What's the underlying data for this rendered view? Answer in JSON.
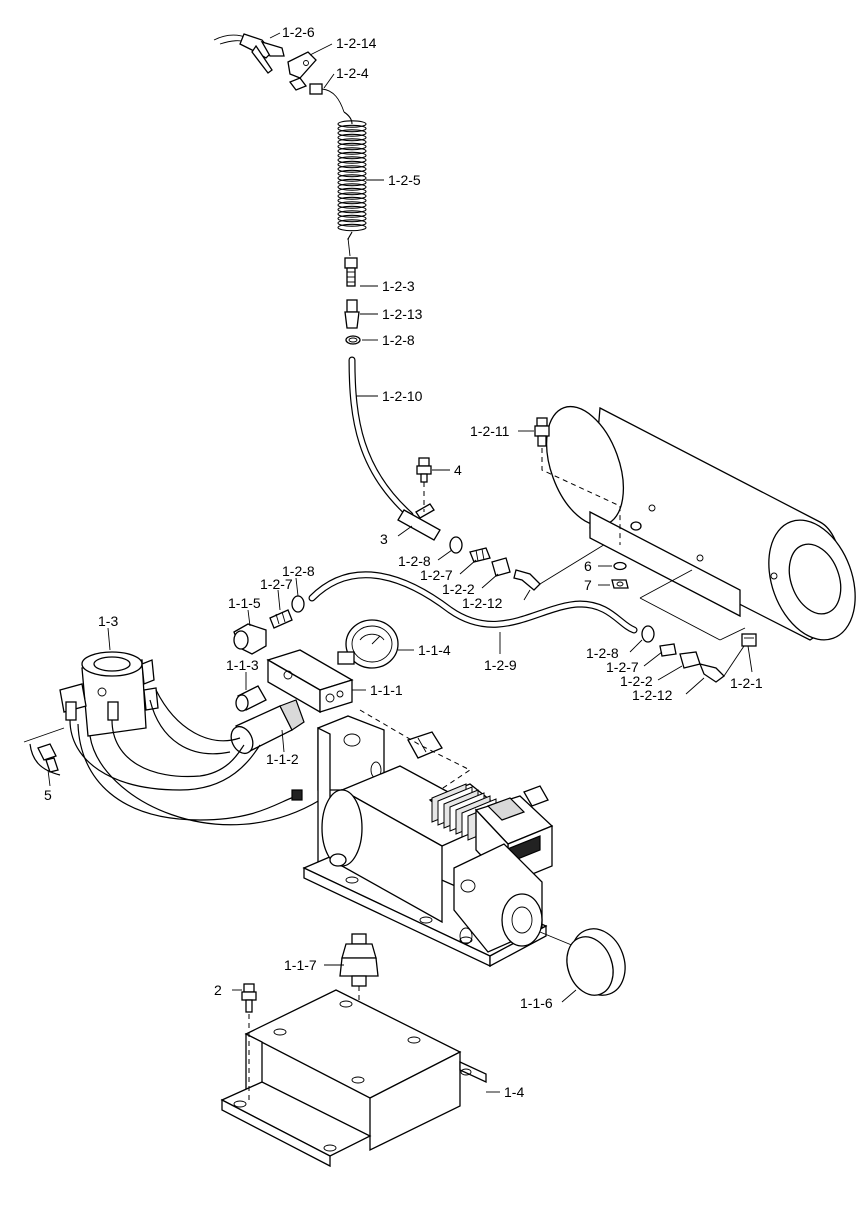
{
  "labels": {
    "l_1_2_6": "1-2-6",
    "l_1_2_14": "1-2-14",
    "l_1_2_4": "1-2-4",
    "l_1_2_5": "1-2-5",
    "l_1_2_3": "1-2-3",
    "l_1_2_13": "1-2-13",
    "l_1_2_8a": "1-2-8",
    "l_1_2_10": "1-2-10",
    "l_1_2_11": "1-2-11",
    "l_4": "4",
    "l_3": "3",
    "l_1_2_8b": "1-2-8",
    "l_1_2_7a": "1-2-7",
    "l_1_2_2a": "1-2-2",
    "l_1_2_12a": "1-2-12",
    "l_6": "6",
    "l_7": "7",
    "l_1_2_8c": "1-2-8",
    "l_1_2_7b": "1-2-7",
    "l_1_1_5": "1-1-5",
    "l_1_3": "1-3",
    "l_1_1_4": "1-1-4",
    "l_1_2_9": "1-2-9",
    "l_1_2_8d": "1-2-8",
    "l_1_2_7c": "1-2-7",
    "l_1_2_2b": "1-2-2",
    "l_1_2_12b": "1-2-12",
    "l_1_2_1": "1-2-1",
    "l_1_1_3": "1-1-3",
    "l_1_1_1": "1-1-1",
    "l_1_1_2": "1-1-2",
    "l_5": "5",
    "l_1_1_7": "1-1-7",
    "l_2": "2",
    "l_1_1_6": "1-1-6",
    "l_1_4": "1-4"
  }
}
